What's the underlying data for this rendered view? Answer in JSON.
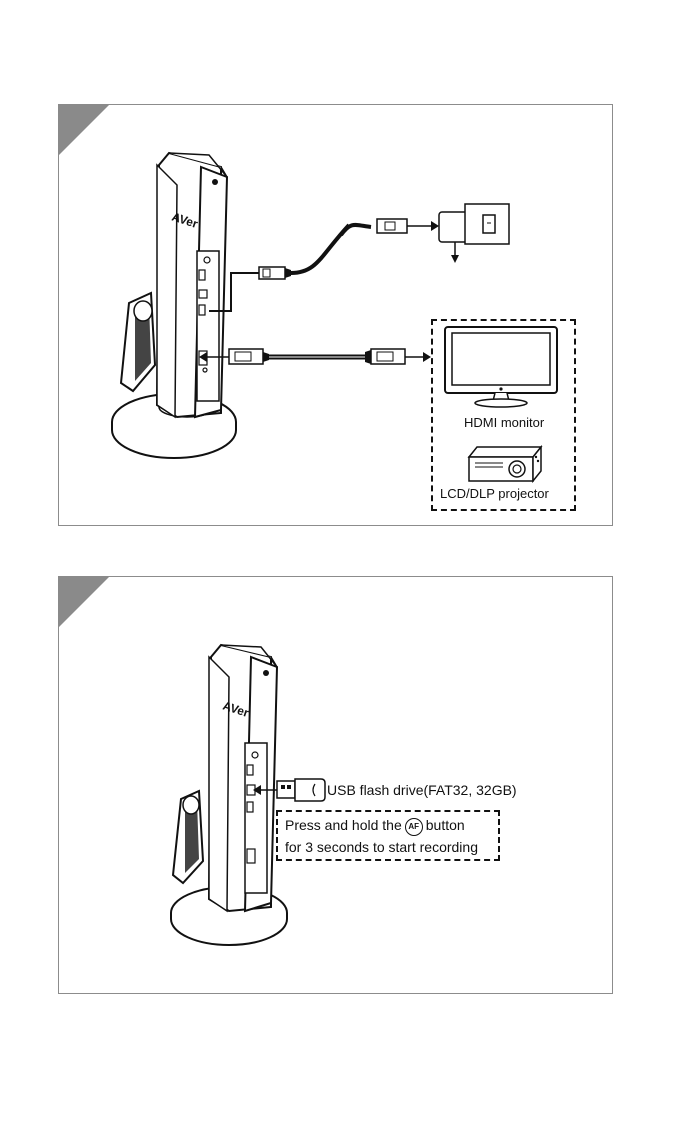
{
  "panel_1": {
    "hdmi_monitor_label": "HDMI monitor",
    "projector_label": "LCD/DLP projector",
    "brand_mark": "AVer"
  },
  "panel_2": {
    "usb_label": "USB flash drive(FAT32, 32GB)",
    "instruction_before": "Press and hold the",
    "af_button": "AF",
    "instruction_after": "button",
    "instruction_line_2": "for 3 seconds to start recording",
    "brand_mark": "AVer"
  }
}
